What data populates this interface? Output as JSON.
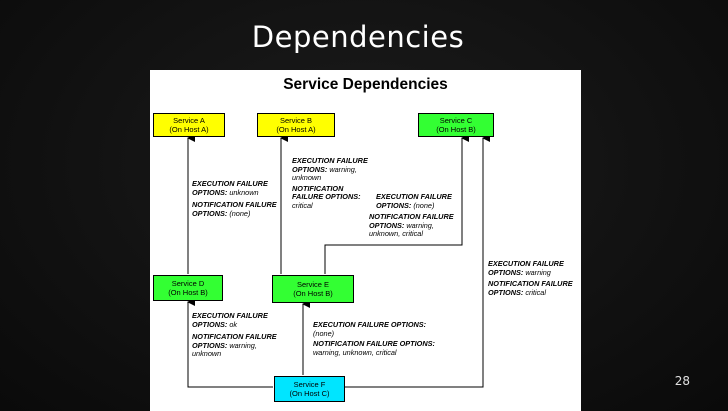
{
  "slide": {
    "title": "Dependencies",
    "page_number": "28"
  },
  "diagram": {
    "title": "Service Dependencies",
    "services": {
      "a": {
        "name": "Service A",
        "host": "(On Host A)",
        "color": "#ffff00"
      },
      "b": {
        "name": "Service B",
        "host": "(On Host A)",
        "color": "#ffff00"
      },
      "c": {
        "name": "Service C",
        "host": "(On Host B)",
        "color": "#33ff33"
      },
      "d": {
        "name": "Service D",
        "host": "(On Host B)",
        "color": "#33ff33"
      },
      "e": {
        "name": "Service E",
        "host": "(On Host B)",
        "color": "#33ff33"
      },
      "f": {
        "name": "Service F",
        "host": "(On Host C)",
        "color": "#00e5ff"
      }
    },
    "notes": {
      "da": {
        "exec_label_1": "EXECUTION FAILURE",
        "exec_label_2": "OPTIONS:",
        "exec_value": "unknown",
        "notif_label_1": "NOTIFICATION FAILURE",
        "notif_label_2": "OPTIONS:",
        "notif_value": "(none)"
      },
      "eb": {
        "exec_label_1": "EXECUTION FAILURE",
        "exec_label_2": "OPTIONS:",
        "exec_value_1": "warning,",
        "exec_value_2": "unknown",
        "notif_label_1": "NOTIFICATION",
        "notif_label_2": "FAILURE OPTIONS:",
        "notif_value": "critical"
      },
      "ec": {
        "exec_label_1": "EXECUTION FAILURE",
        "exec_label_2": "OPTIONS:",
        "exec_value": "(none)",
        "notif_label_1": "NOTIFICATION FAILURE",
        "notif_label_2": "OPTIONS:",
        "notif_value_1": "warning,",
        "notif_value_2": "unknown, critical"
      },
      "fc": {
        "exec_label_1": "EXECUTION FAILURE",
        "exec_label_2": "OPTIONS:",
        "exec_value": "warning",
        "notif_label_1": "NOTIFICATION FAILURE",
        "notif_label_2": "OPTIONS:",
        "notif_value": "critical"
      },
      "fd": {
        "exec_label_1": "EXECUTION FAILURE",
        "exec_label_2": "OPTIONS:",
        "exec_value": "ok",
        "notif_label_1": "NOTIFICATION FAILURE",
        "notif_label_2": "OPTIONS:",
        "notif_value_1": "warning,",
        "notif_value_2": "unknown"
      },
      "fe": {
        "exec_label": "EXECUTION FAILURE OPTIONS:",
        "exec_value": "(none)",
        "notif_label": "NOTIFICATION FAILURE OPTIONS:",
        "notif_value": "warning, unknown, critical"
      }
    }
  }
}
